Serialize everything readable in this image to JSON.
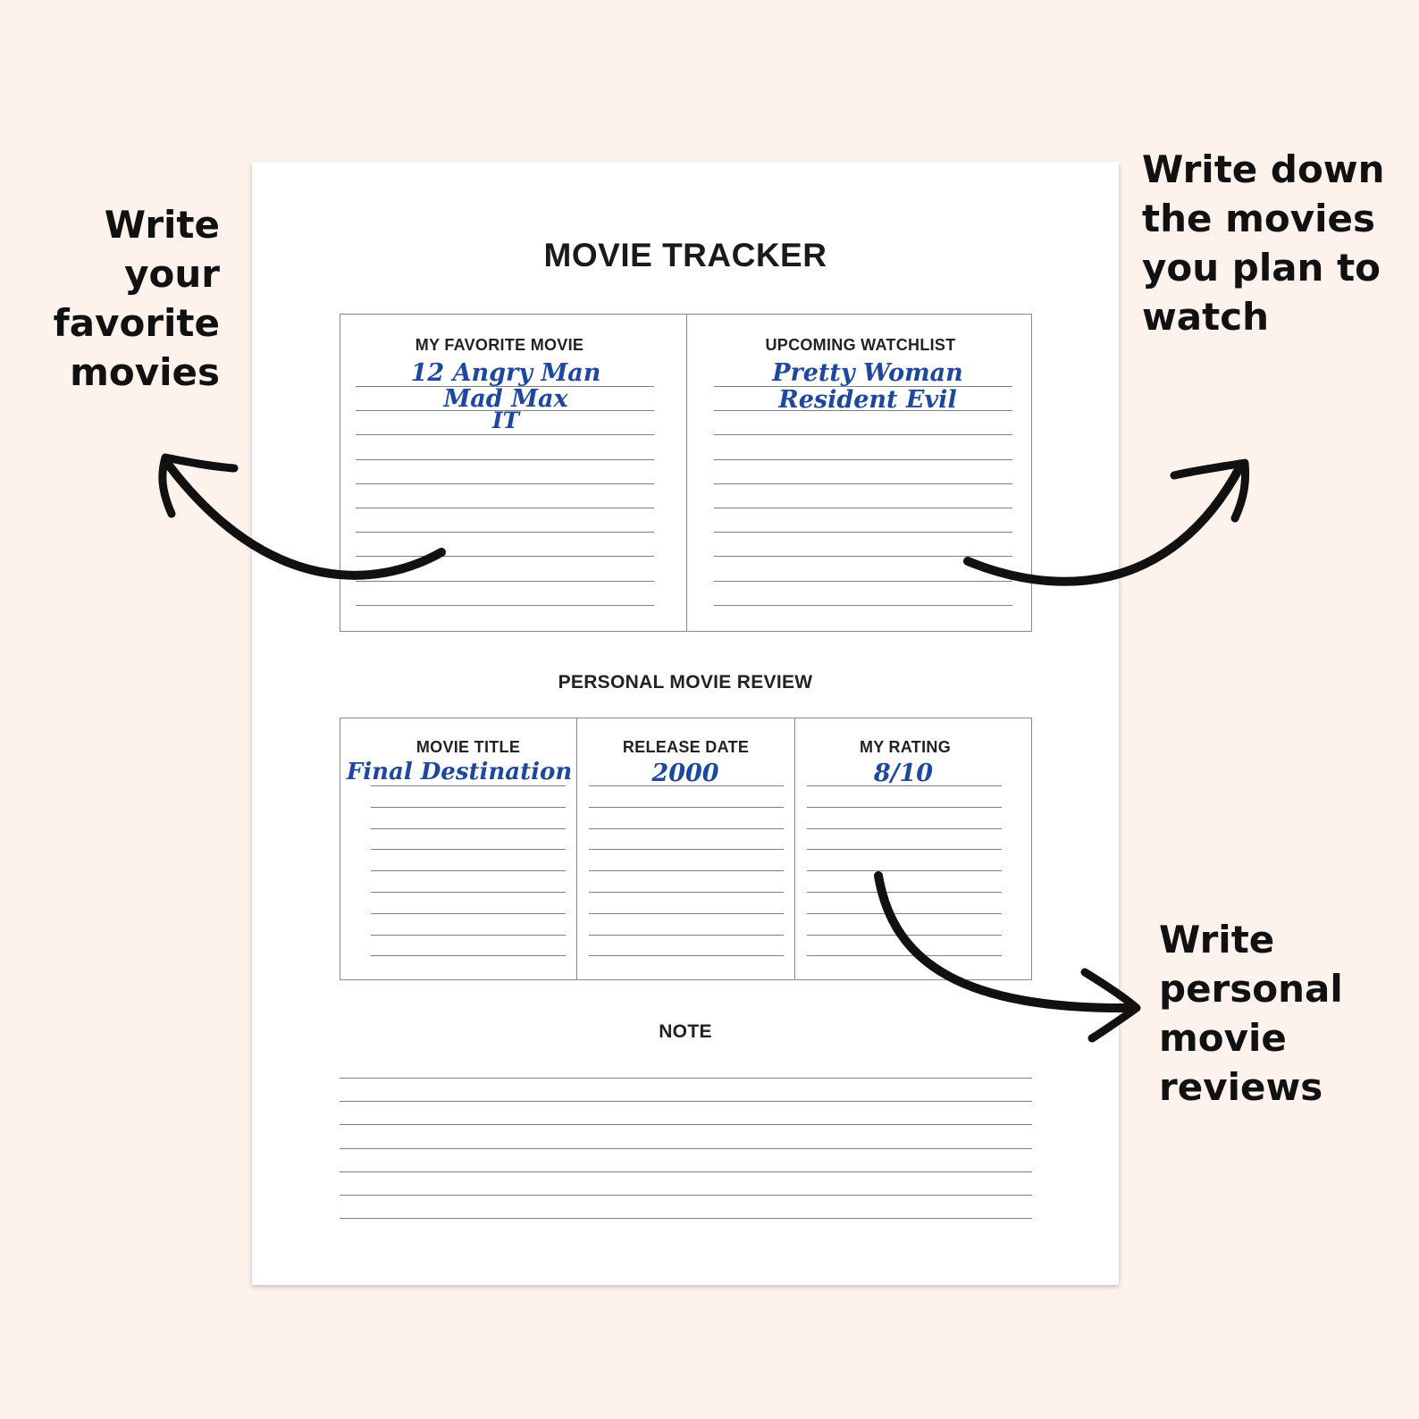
{
  "callouts": {
    "left": [
      "Write",
      "your",
      "favorite",
      "movies"
    ],
    "right": [
      "Write down",
      "the movies",
      "you plan to",
      "watch"
    ],
    "bottom": [
      "Write",
      "personal",
      "movie",
      "reviews"
    ]
  },
  "tracker": {
    "title": "MOVIE TRACKER",
    "favorites": {
      "heading": "MY FAVORITE MOVIE",
      "entries": [
        "12 Angry Man",
        "Mad Max",
        "IT"
      ]
    },
    "watchlist": {
      "heading": "UPCOMING WATCHLIST",
      "entries": [
        "Pretty Woman",
        "Resident Evil"
      ]
    },
    "review": {
      "heading": "PERSONAL MOVIE REVIEW",
      "columns": [
        {
          "heading": "MOVIE TITLE",
          "entry": "Final Destination"
        },
        {
          "heading": "RELEASE DATE",
          "entry": "2000"
        },
        {
          "heading": "MY RATING",
          "entry": "8/10"
        }
      ]
    },
    "note": {
      "heading": "NOTE"
    }
  },
  "colors": {
    "background": "#fdf2ec",
    "handwriting": "#1e47a0",
    "rule": "#7d7d7d",
    "arrow": "#111111"
  }
}
